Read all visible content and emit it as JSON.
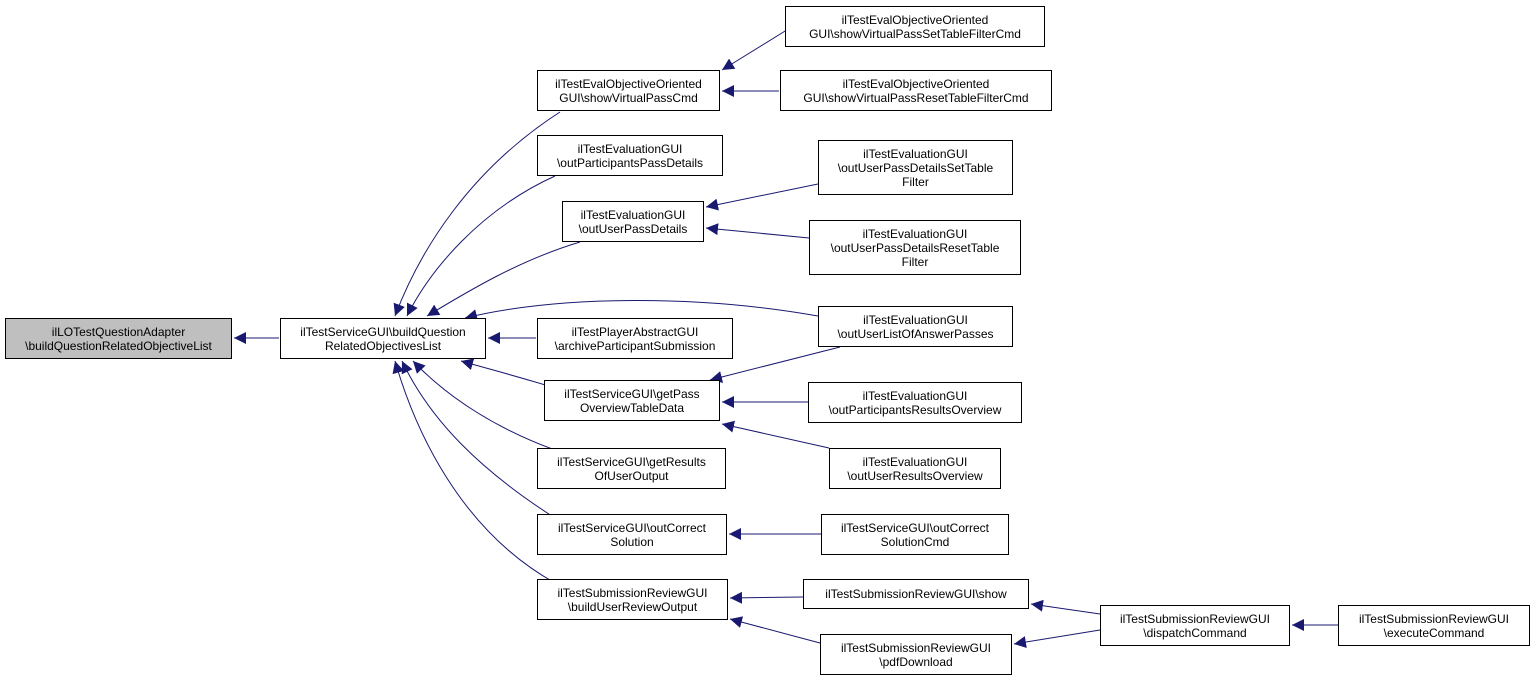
{
  "diagram": {
    "type": "call-graph",
    "edge_color": "#191970",
    "root_fill": "#bfbfbf",
    "nodes": [
      {
        "id": "n0",
        "lines": [
          "ilLOTestQuestionAdapter",
          "\\buildQuestionRelatedObjectiveList"
        ],
        "root": true
      },
      {
        "id": "n1",
        "lines": [
          "ilTestServiceGUI\\buildQuestion",
          "RelatedObjectivesList"
        ]
      },
      {
        "id": "n2",
        "lines": [
          "ilTestEvalObjectiveOriented",
          "GUI\\showVirtualPassCmd"
        ]
      },
      {
        "id": "n3",
        "lines": [
          "ilTestEvalObjectiveOriented",
          "GUI\\showVirtualPassSetTableFilterCmd"
        ]
      },
      {
        "id": "n4",
        "lines": [
          "ilTestEvalObjectiveOriented",
          "GUI\\showVirtualPassResetTableFilterCmd"
        ]
      },
      {
        "id": "n5",
        "lines": [
          "ilTestEvaluationGUI",
          "\\outParticipantsPassDetails"
        ]
      },
      {
        "id": "n6",
        "lines": [
          "ilTestEvaluationGUI",
          "\\outUserPassDetails"
        ]
      },
      {
        "id": "n7",
        "lines": [
          "ilTestEvaluationGUI",
          "\\outUserPassDetailsSetTable",
          "Filter"
        ]
      },
      {
        "id": "n8",
        "lines": [
          "ilTestEvaluationGUI",
          "\\outUserPassDetailsResetTable",
          "Filter"
        ]
      },
      {
        "id": "n9",
        "lines": [
          "ilTestEvaluationGUI",
          "\\outUserListOfAnswerPasses"
        ]
      },
      {
        "id": "n10",
        "lines": [
          "ilTestPlayerAbstractGUI",
          "\\archiveParticipantSubmission"
        ]
      },
      {
        "id": "n11",
        "lines": [
          "ilTestServiceGUI\\getPass",
          "OverviewTableData"
        ]
      },
      {
        "id": "n12",
        "lines": [
          "ilTestEvaluationGUI",
          "\\outParticipantsResultsOverview"
        ]
      },
      {
        "id": "n13",
        "lines": [
          "ilTestEvaluationGUI",
          "\\outUserResultsOverview"
        ]
      },
      {
        "id": "n14",
        "lines": [
          "ilTestServiceGUI\\getResults",
          "OfUserOutput"
        ]
      },
      {
        "id": "n15",
        "lines": [
          "ilTestServiceGUI\\outCorrect",
          "Solution"
        ]
      },
      {
        "id": "n16",
        "lines": [
          "ilTestServiceGUI\\outCorrect",
          "SolutionCmd"
        ]
      },
      {
        "id": "n17",
        "lines": [
          "ilTestSubmissionReviewGUI",
          "\\buildUserReviewOutput"
        ]
      },
      {
        "id": "n18",
        "lines": [
          "ilTestSubmissionReviewGUI\\show"
        ]
      },
      {
        "id": "n19",
        "lines": [
          "ilTestSubmissionReviewGUI",
          "\\pdfDownload"
        ]
      },
      {
        "id": "n20",
        "lines": [
          "ilTestSubmissionReviewGUI",
          "\\dispatchCommand"
        ]
      },
      {
        "id": "n21",
        "lines": [
          "ilTestSubmissionReviewGUI",
          "\\executeCommand"
        ]
      }
    ],
    "edges": [
      {
        "from": "n1",
        "to": "n0"
      },
      {
        "from": "n2",
        "to": "n1"
      },
      {
        "from": "n3",
        "to": "n2"
      },
      {
        "from": "n4",
        "to": "n2"
      },
      {
        "from": "n5",
        "to": "n1"
      },
      {
        "from": "n6",
        "to": "n1"
      },
      {
        "from": "n7",
        "to": "n6"
      },
      {
        "from": "n8",
        "to": "n6"
      },
      {
        "from": "n9",
        "to": "n1"
      },
      {
        "from": "n9",
        "to": "n11"
      },
      {
        "from": "n10",
        "to": "n1"
      },
      {
        "from": "n11",
        "to": "n1"
      },
      {
        "from": "n12",
        "to": "n11"
      },
      {
        "from": "n13",
        "to": "n11"
      },
      {
        "from": "n14",
        "to": "n1"
      },
      {
        "from": "n15",
        "to": "n1"
      },
      {
        "from": "n16",
        "to": "n15"
      },
      {
        "from": "n17",
        "to": "n1"
      },
      {
        "from": "n18",
        "to": "n17"
      },
      {
        "from": "n19",
        "to": "n17"
      },
      {
        "from": "n20",
        "to": "n18"
      },
      {
        "from": "n20",
        "to": "n19"
      },
      {
        "from": "n21",
        "to": "n20"
      }
    ]
  }
}
